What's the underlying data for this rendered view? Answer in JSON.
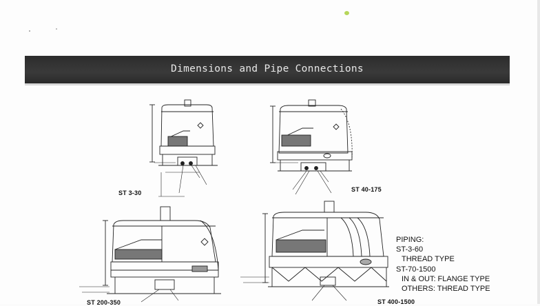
{
  "header": {
    "title": "Dimensions and Pipe Connections"
  },
  "models": [
    {
      "label": "ST 3-30"
    },
    {
      "label": "ST 40-175"
    },
    {
      "label": "ST 200-350"
    },
    {
      "label": "ST 400-1500"
    }
  ],
  "piping": {
    "heading": "PIPING:",
    "line1": "ST-3-60",
    "line2": "THREAD TYPE",
    "line3": "ST-70-1500",
    "line4": "IN & OUT: FLANGE TYPE",
    "line5": "OTHERS: THREAD TYPE"
  },
  "colors": {
    "header_bg": "#333333",
    "header_text": "#e8e8e8",
    "ink": "#222222"
  }
}
